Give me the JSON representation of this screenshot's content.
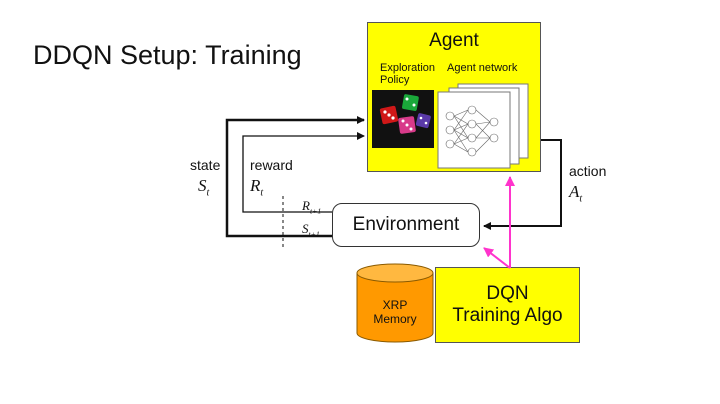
{
  "title": "DDQN Setup: Training",
  "agent": {
    "label": "Agent",
    "exploration_policy": "Exploration Policy",
    "agent_network": "Agent network"
  },
  "environment": {
    "label": "Environment"
  },
  "dqn": {
    "line1": "DQN",
    "line2": "Training Algo"
  },
  "memory": {
    "line1": "XRP",
    "line2": "Memory"
  },
  "signals": {
    "state_word": "state",
    "state_symbol": "S",
    "state_sub": "t",
    "reward_word": "reward",
    "reward_symbol": "R",
    "reward_sub": "t",
    "action_word": "action",
    "action_symbol": "A",
    "action_sub": "t",
    "next_reward_symbol": "R",
    "next_reward_sub": "t+1",
    "next_state_symbol": "S",
    "next_state_sub": "t+1"
  },
  "colors": {
    "agent_fill": "#ffff00",
    "dqn_fill": "#ffff00",
    "memory_fill": "#ff9900",
    "training_arrows": "#ff33cc",
    "flow_arrows": "#111111"
  }
}
